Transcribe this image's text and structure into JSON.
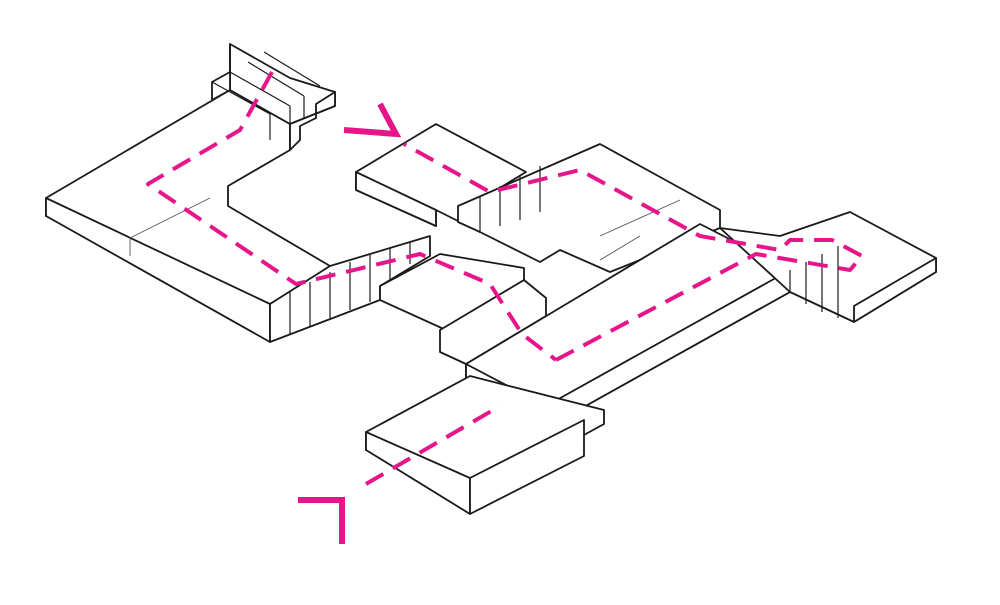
{
  "colors": {
    "route": "#e6158a",
    "outline": "#1a1a1a",
    "fill": "#ffffff",
    "background": "#ffffff"
  },
  "diagram": {
    "route_style": "dashed",
    "markers": [
      "entry-arrow",
      "exit-corner"
    ]
  }
}
